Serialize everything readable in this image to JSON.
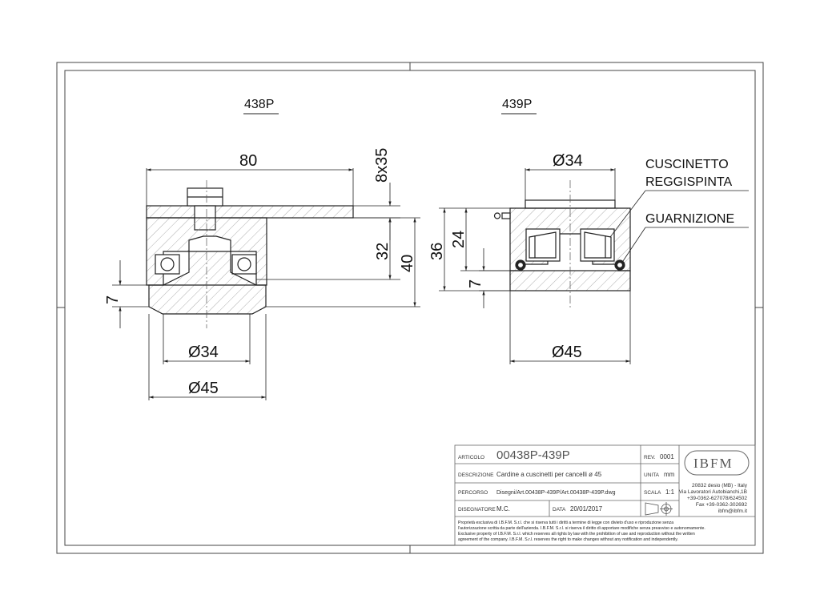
{
  "views": {
    "left_title": "438P",
    "right_title": "439P"
  },
  "dimensions": {
    "d80": "80",
    "d8x35": "8x35",
    "d32": "32",
    "d40": "40",
    "d7_left": "7",
    "d34_left": "Ø34",
    "d45_left": "Ø45",
    "d34_right": "Ø34",
    "d36": "36",
    "d24": "24",
    "d7_right": "7",
    "d45_right": "Ø45"
  },
  "callouts": {
    "bearing_line1": "CUSCINETTO",
    "bearing_line2": "REGGISPINTA",
    "seal": "GUARNIZIONE"
  },
  "title_block": {
    "articolo_label": "ARTICOLO",
    "articolo_value": "00438P-439P",
    "rev_label": "REV.",
    "rev_value": "0001",
    "descrizione_label": "DESCRIZIONE",
    "descrizione_value": "Cardine a cuscinetti per cancelli ø 45",
    "unita_label": "UNITA",
    "unita_value": "mm",
    "percorso_label": "PERCORSO",
    "percorso_value": "Disegni/Art.00438P-439P/Art.00438P-439P.dwg",
    "scala_label": "SCALA",
    "scala_value": "1:1",
    "disegnatore_label": "DISEGNATORE",
    "disegnatore_value": "M.C.",
    "data_label": "DATA",
    "data_value": "20/01/2017",
    "logo": "IBFM",
    "address_1": "20832 desio (MB) - Italy",
    "address_2": "Via Lavoratori Autobianchi,1B",
    "address_3": "+39-0362-627078/624502",
    "address_4": "Fax +39-0362-302692",
    "address_5": "ibfm@ibfm.it",
    "legal_1": "Proprietà esclusiva di I.B.F.M. S.r.l. che si riserva tutti i diritti a termine di legge con divieto d'uso e riproduzione senza",
    "legal_2": "l'autorizzazione scritta da parte dell'azienda. I.B.F.M. S.r.l. si riserva il diritto di apportare modifiche senza preavviso e autonomamente.",
    "legal_3": "Exclusive property of I.B.F.M. S.r.l. which reserves all rights by law with the prohibition of use and reproduction without the written",
    "legal_4": "agreement of the company. I.B.F.M. S.r.l. reserves the right to make changes without any notification and independently."
  }
}
